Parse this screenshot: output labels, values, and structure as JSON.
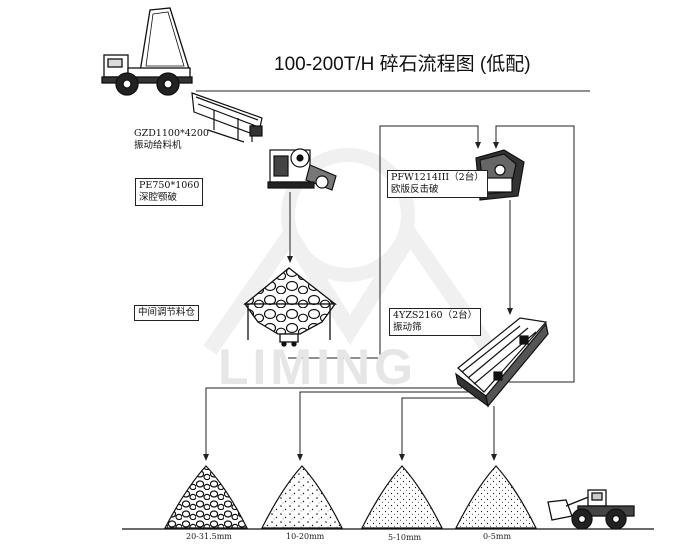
{
  "title": "100-200T/H  碎石流程图 (低配)",
  "watermark": "LIMING",
  "equipment": [
    {
      "id": "feeder",
      "model": "GZD1100*4200",
      "name": "振动给料机"
    },
    {
      "id": "jaw",
      "model": "PE750*1060",
      "name": "深腔颚破"
    },
    {
      "id": "bin",
      "model": "",
      "name": "中间调节料仓"
    },
    {
      "id": "impact",
      "model": "PFW1214III（2台）",
      "name": "欧版反击破"
    },
    {
      "id": "screen",
      "model": "4YZS2160（2台）",
      "name": "振动筛"
    }
  ],
  "products": [
    "20-31.5mm",
    "10-20mm",
    "5-10mm",
    "0-5mm"
  ],
  "colors": {
    "line": "#222222",
    "watermark": "#e6e6e6"
  }
}
